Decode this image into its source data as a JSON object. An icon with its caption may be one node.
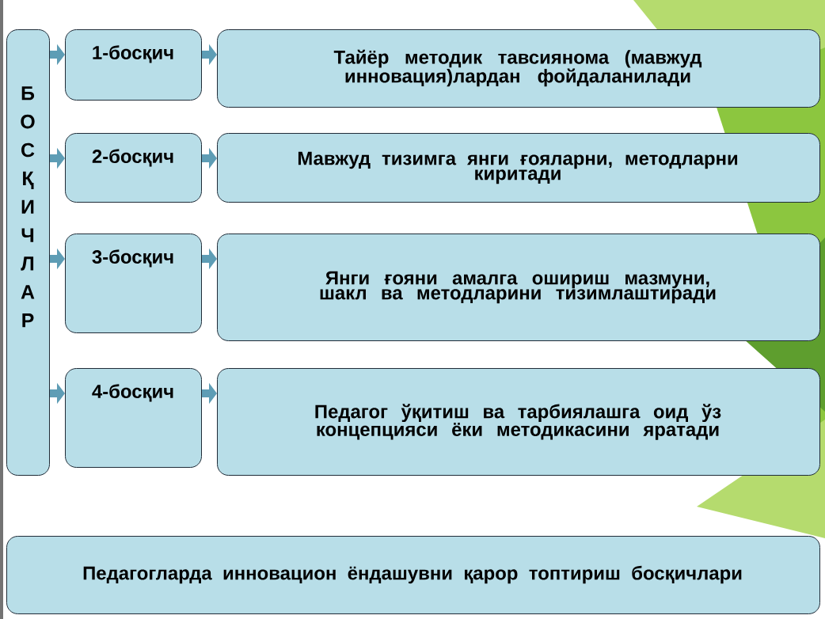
{
  "diagram": {
    "nodes": [
      {
        "text": [
          "БОСҚИЧЛАР"
        ]
      },
      {
        "text": [
          "1-босқич"
        ]
      },
      {
        "text": [
          "Тайёр методик тавсиянома (мавжуд инновация)лардан фойдаланилади"
        ]
      },
      {
        "text": [
          "2-босқич"
        ]
      },
      {
        "text": [
          "Мавжуд тизимга янги ғояларни, методларни киритади"
        ]
      },
      {
        "text": [
          "3-босқич"
        ]
      },
      {
        "text": [
          "Янги ғояни амалга ошириш мазмуни, шакл ва методларини тизимлаштиради"
        ]
      },
      {
        "text": [
          "4-босқич"
        ]
      },
      {
        "text": [
          "Педагог ўқитиш ва тарбиялашга оид ўз концепцияси ёки методикасини яратади"
        ]
      },
      {
        "text": [
          "Педагогларда инновацион ёндашувни қарор топтириш босқичлари"
        ]
      }
    ],
    "edges": [
      {
        "from": 0,
        "to": 1,
        "arrow": "to"
      },
      {
        "from": 0,
        "to": 3,
        "arrow": "to"
      },
      {
        "from": 0,
        "to": 5,
        "arrow": "to"
      },
      {
        "from": 0,
        "to": 7,
        "arrow": "to"
      },
      {
        "from": 1,
        "to": 2,
        "arrow": "to"
      },
      {
        "from": 3,
        "to": 4,
        "arrow": "to"
      },
      {
        "from": 5,
        "to": 6,
        "arrow": "to"
      },
      {
        "from": 7,
        "to": 8,
        "arrow": "to"
      }
    ]
  }
}
